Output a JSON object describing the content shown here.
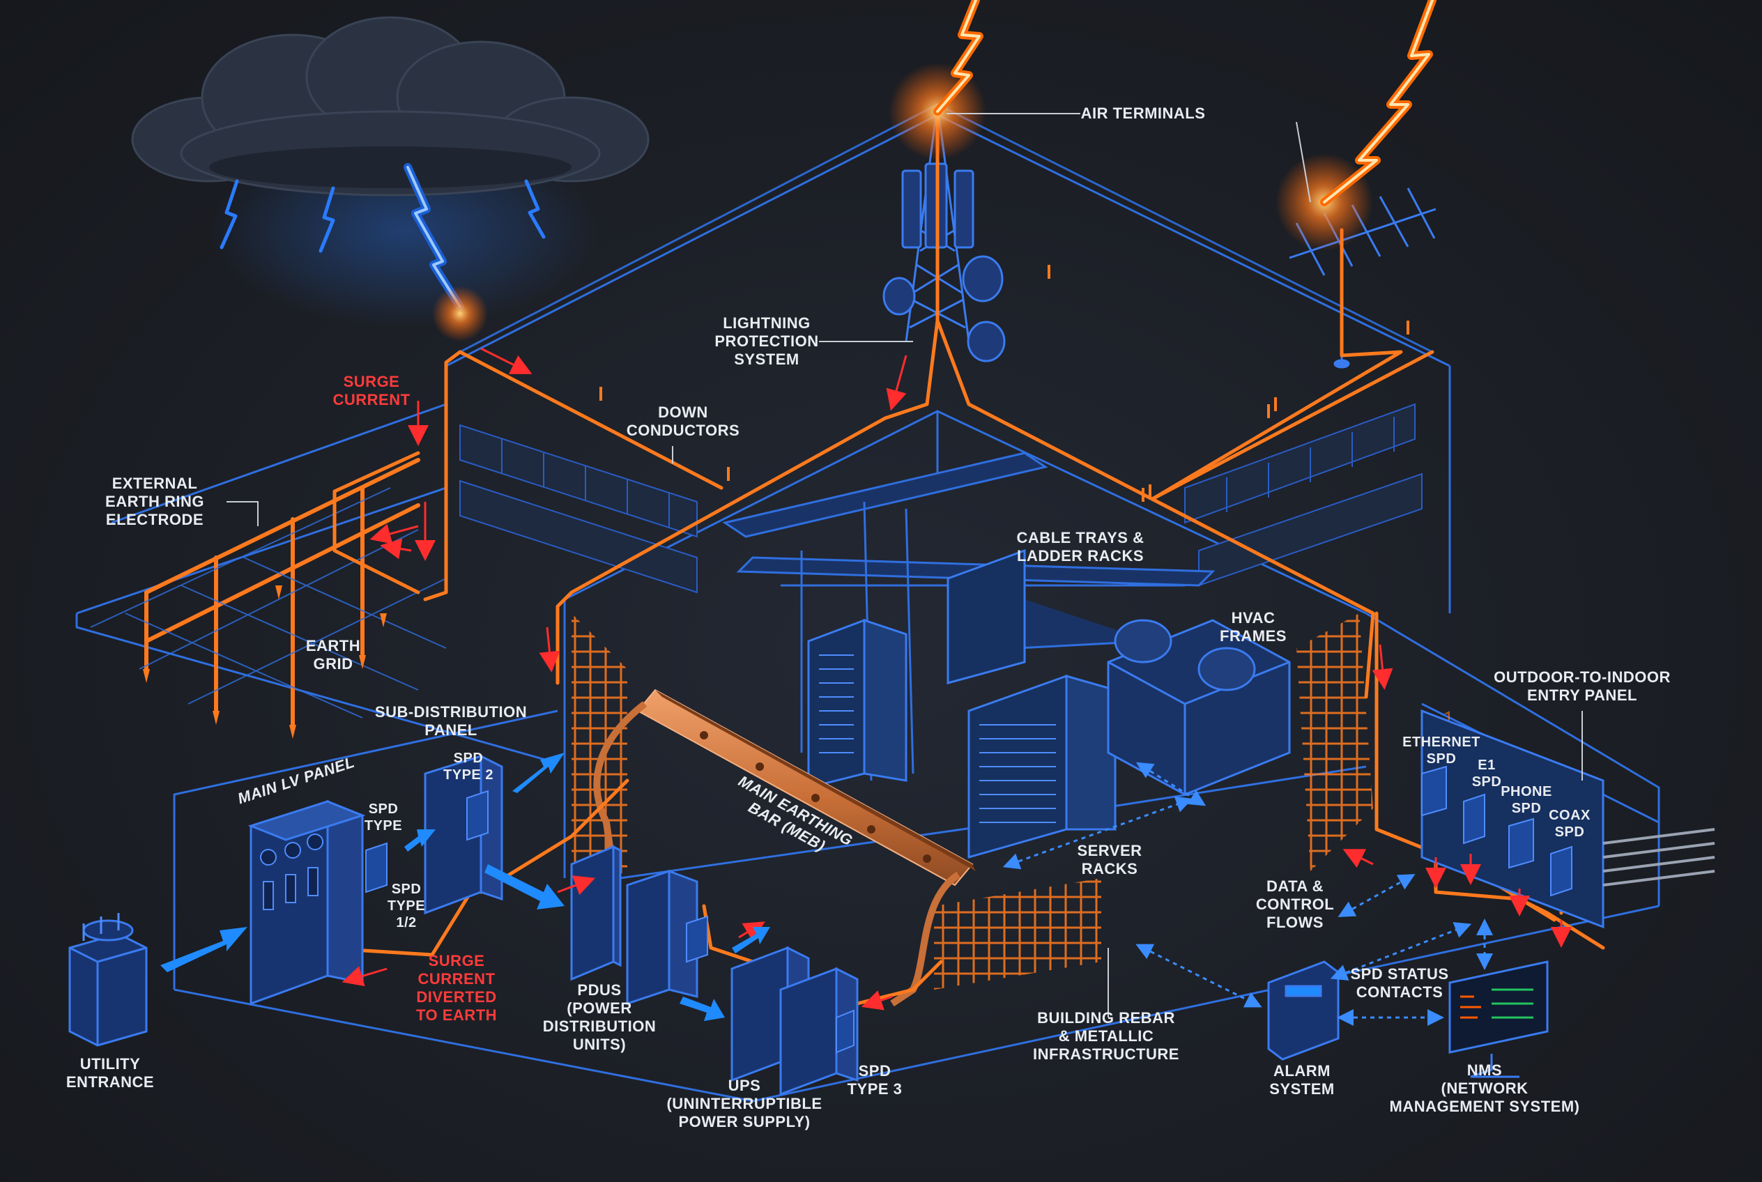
{
  "colors": {
    "background": "#1c1f25",
    "structure_blue": "#2f6fe0",
    "conductor_orange": "#ff7a1e",
    "copper": "#d9824a",
    "surge_red": "#ff2d2d",
    "flow_blue": "#1f8bff",
    "text": "#e9ecf1"
  },
  "labels": {
    "air_terminals": "AIR TERMINALS",
    "lightning_protection_system": "LIGHTNING\nPROTECTION\nSYSTEM",
    "surge_current_top": "SURGE\nCURRENT",
    "down_conductors": "DOWN\nCONDUCTORS",
    "external_earth_ring": "EXTERNAL\nEARTH RING\nELECTRODE",
    "earth_grid": "EARTH\nGRID",
    "cable_trays": "CABLE TRAYS &\nLADDER RACKS",
    "hvac_frames": "HVAC\nFRAMES",
    "outdoor_entry_panel": "OUTDOOR-TO-INDOOR\nENTRY PANEL",
    "sub_distribution_panel": "SUB-DISTRIBUTION\nPANEL",
    "main_lv_panel": "MAIN LV PANEL",
    "spd_type_2": "SPD\nTYPE 2",
    "spd_type": "SPD\nTYPE",
    "spd_type_1_2": "SPD\nTYPE\n1/2",
    "meb": "MAIN EARTHING\nBAR (MEB)",
    "surge_current_diverted": "SURGE\nCURRENT\nDIVERTED\nTO EARTH",
    "utility_entrance": "UTILITY\nENTRANCE",
    "pdus": "PDUs\n(POWER\nDISTRIBUTION\nUNITS)",
    "ups": "UPS\n(UNINTERRUPTIBLE\nPOWER SUPPLY)",
    "spd_type_3": "SPD\nTYPE 3",
    "server_racks": "SERVER\nRACKS",
    "building_rebar": "BUILDING REBAR\n& METALLIC\nINFRASTRUCTURE",
    "ethernet_spd": "ETHERNET\nSPD",
    "e1_spd": "E1\nSPD",
    "phone_spd": "PHONE\nSPD",
    "coax_spd": "COAX\nSPD",
    "data_control_flows": "DATA &\nCONTROL\nFLOWS",
    "spd_status_contacts": "SPD STATUS\nCONTACTS",
    "alarm_system": "ALARM\nSYSTEM",
    "nms": "NMS\n(NETWORK\nMANAGEMENT SYSTEM)"
  },
  "icons": {
    "storm_cloud": "storm-cloud-icon",
    "transformer": "transformer-icon",
    "monitor": "nms-monitor-icon",
    "tower": "telecom-tower-icon",
    "antenna": "yagi-antenna-icon"
  }
}
